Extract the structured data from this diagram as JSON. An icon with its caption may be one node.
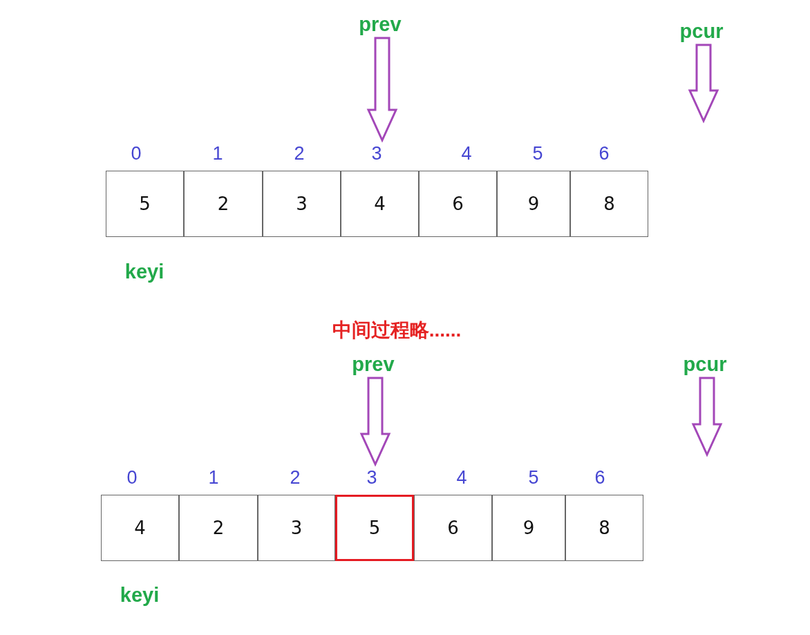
{
  "diagram": {
    "nodes": [
      {
        "text": [
          "prev"
        ]
      },
      {
        "text": [
          "pcur"
        ]
      },
      {
        "text": [
          "5"
        ]
      },
      {
        "text": [
          "2"
        ]
      },
      {
        "text": [
          "3"
        ]
      },
      {
        "text": [
          "4"
        ]
      },
      {
        "text": [
          "6"
        ]
      },
      {
        "text": [
          "9"
        ]
      },
      {
        "text": [
          "8"
        ]
      },
      {
        "text": [
          "prev"
        ]
      },
      {
        "text": [
          "pcur"
        ]
      },
      {
        "text": [
          "4"
        ]
      },
      {
        "text": [
          "2"
        ]
      },
      {
        "text": [
          "3"
        ]
      },
      {
        "text": [
          "5"
        ]
      },
      {
        "text": [
          "6"
        ]
      },
      {
        "text": [
          "9"
        ]
      },
      {
        "text": [
          "8"
        ]
      }
    ],
    "edges": [
      {
        "from": 0,
        "to": 5,
        "arrow": "to"
      },
      {
        "from": 1,
        "to": null,
        "arrow": "to"
      },
      {
        "from": 9,
        "to": 14,
        "arrow": "to"
      },
      {
        "from": 10,
        "to": null,
        "arrow": "to"
      }
    ],
    "labels": [
      "0",
      "1",
      "2",
      "3",
      "4",
      "5",
      "6",
      "keyi",
      "中间过程略......",
      "0",
      "1",
      "2",
      "3",
      "4",
      "5",
      "6",
      "keyi"
    ]
  }
}
